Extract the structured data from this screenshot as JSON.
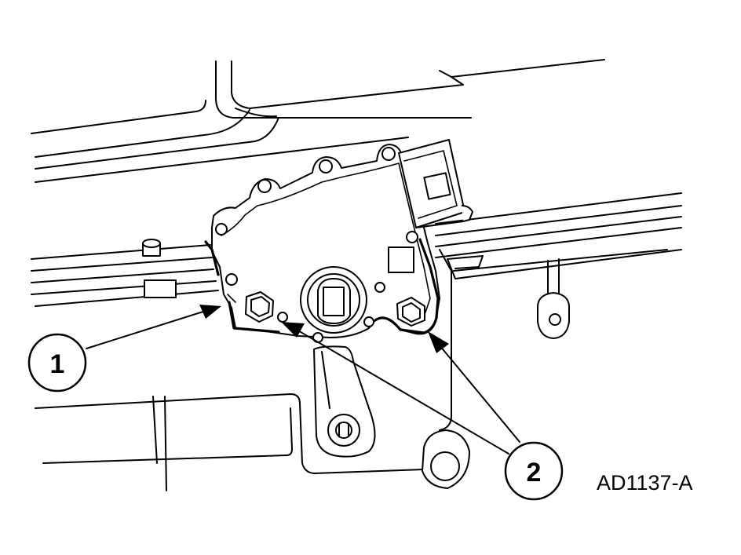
{
  "callouts": [
    {
      "id": "1",
      "label": "1"
    },
    {
      "id": "2",
      "label": "2"
    }
  ],
  "figure_id": "AD1137-A",
  "colors": {
    "ink": "#000000",
    "paper": "#ffffff"
  }
}
